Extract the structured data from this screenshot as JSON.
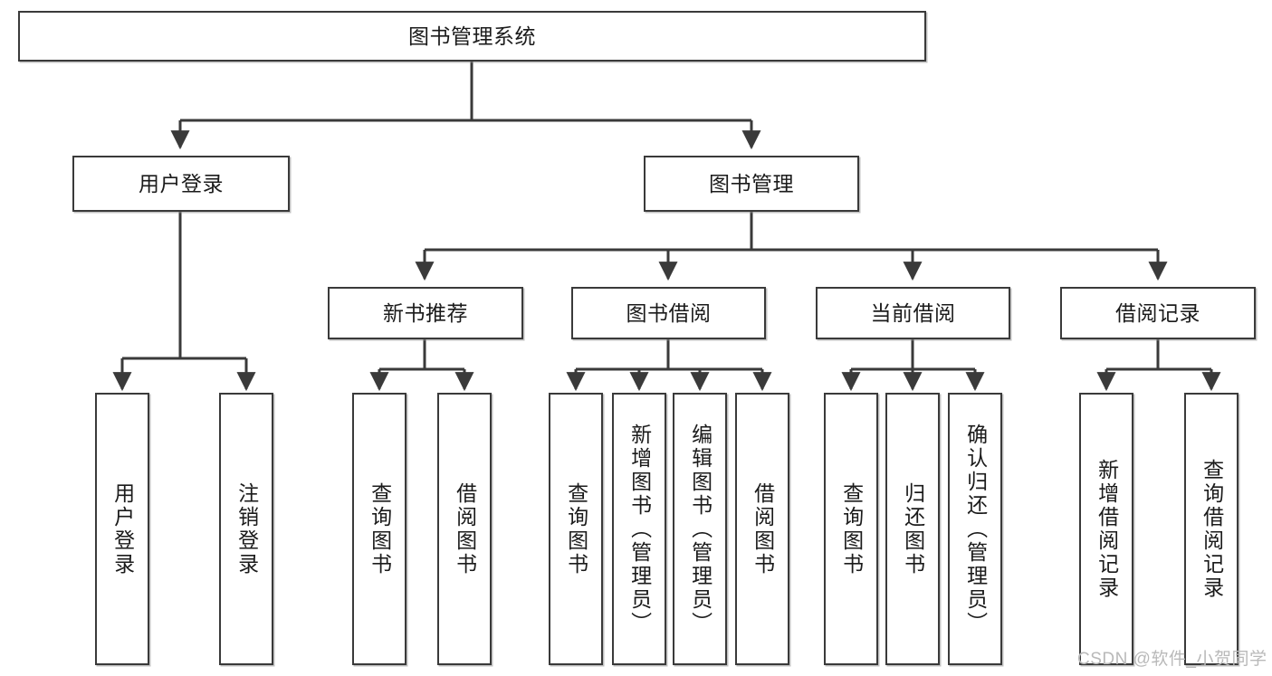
{
  "diagram": {
    "title": "图书管理系统",
    "type": "tree-hierarchy",
    "watermark": "CSDN @软件_小贺同学",
    "colors": {
      "box_border": "#3a3a3a",
      "box_fill": "#ffffff",
      "edge": "#3a3a3a",
      "text": "#1b1b1b",
      "watermark": "#b9b9b9"
    },
    "nodes": {
      "root": "图书管理系统",
      "level2": [
        "用户登录",
        "图书管理"
      ],
      "level3": [
        "新书推荐",
        "图书借阅",
        "当前借阅",
        "借阅记录"
      ],
      "leaves": {
        "user_login": [
          "用户登录",
          "注销登录"
        ],
        "new_book_recommend": [
          "查询图书",
          "借阅图书"
        ],
        "book_borrow": [
          "查询图书",
          "新增图书（管理员）",
          "编辑图书（管理员）",
          "借阅图书"
        ],
        "current_borrow": [
          "查询图书",
          "归还图书",
          "确认归还（管理员）"
        ],
        "borrow_record": [
          "新增借阅记录",
          "查询借阅记录"
        ]
      }
    }
  }
}
